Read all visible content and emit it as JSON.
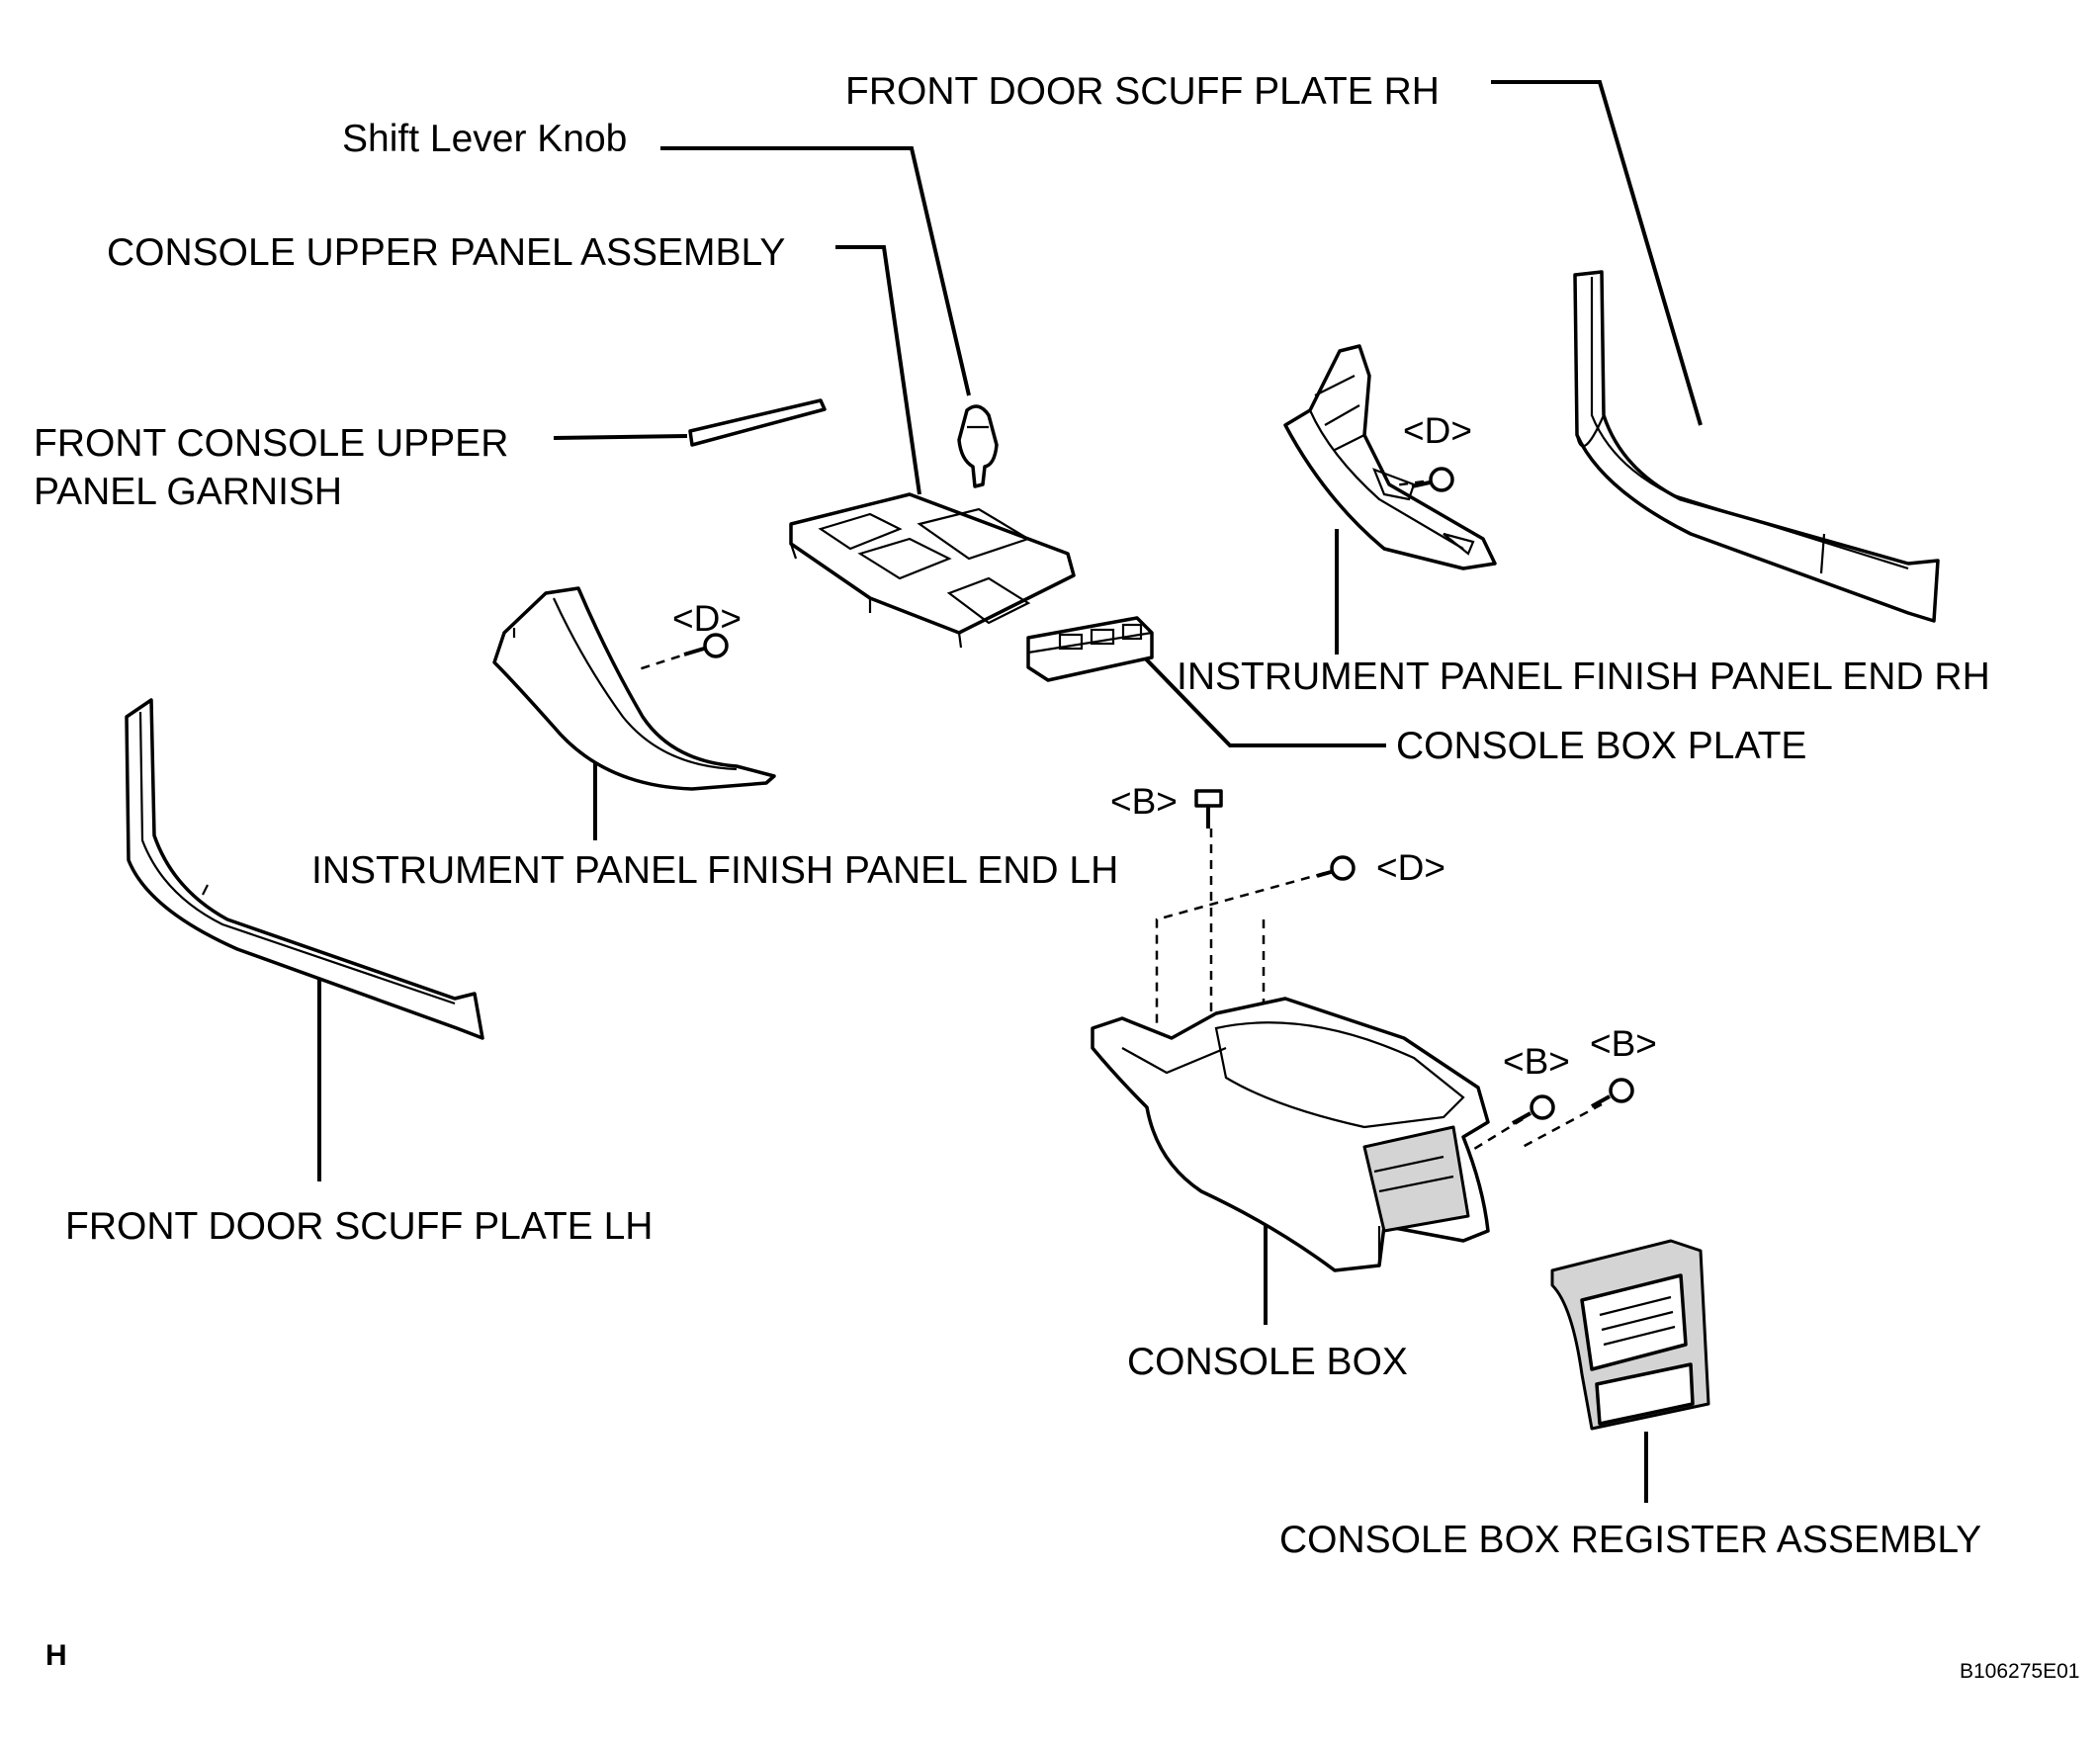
{
  "diagram": {
    "labels": {
      "front_door_scuff_plate_rh": "FRONT DOOR SCUFF PLATE RH",
      "shift_lever_knob": "Shift Lever Knob",
      "console_upper_panel_assembly": "CONSOLE UPPER PANEL ASSEMBLY",
      "front_console_upper_panel_garnish_line1": "FRONT CONSOLE UPPER",
      "front_console_upper_panel_garnish_line2": "PANEL GARNISH",
      "instrument_panel_finish_panel_end_rh": "INSTRUMENT PANEL FINISH PANEL END RH",
      "console_box_plate": "CONSOLE BOX PLATE",
      "instrument_panel_finish_panel_end_lh": "INSTRUMENT PANEL FINISH PANEL END LH",
      "front_door_scuff_plate_lh": "FRONT DOOR SCUFF PLATE LH",
      "console_box": "CONSOLE BOX",
      "console_box_register_assembly": "CONSOLE BOX REGISTER ASSEMBLY"
    },
    "fastener_tags": {
      "d_rh_panel": "<D>",
      "d_lh_panel": "<D>",
      "b_top": "<B>",
      "d_console_box": "<D>",
      "b_rear_left": "<B>",
      "b_rear_right": "<B>"
    },
    "corner_mark": "H",
    "figure_code": "B106275E01"
  }
}
